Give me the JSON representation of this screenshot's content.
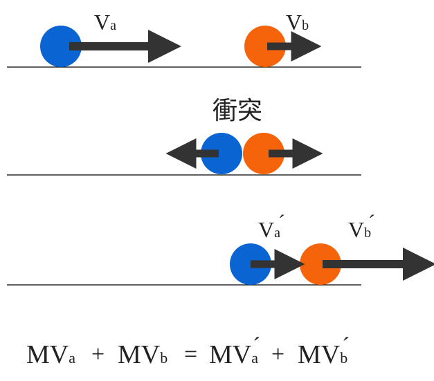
{
  "colors": {
    "ball_a": "#0A64D2",
    "ball_b": "#F5640A",
    "arrow": "#333333",
    "ground": "#000000"
  },
  "scenes": {
    "before": {
      "va_label": "V",
      "va_sub": "a",
      "vb_label": "V",
      "vb_sub": "b"
    },
    "collision": {
      "title": "衝突"
    },
    "after": {
      "va_label": "V",
      "va_sub": "a",
      "va_prime": "´",
      "vb_label": "V",
      "vb_sub": "b",
      "vb_prime": "´"
    }
  },
  "equation": {
    "t1_M": "M",
    "t1_V": "V",
    "t1_sub": "a",
    "plus1": "+",
    "t2_M": "M",
    "t2_V": "V",
    "t2_sub": "b",
    "equals": "=",
    "t3_M": "M",
    "t3_V": "V",
    "t3_sub": "a",
    "t3_prime": "´",
    "plus2": "+",
    "t4_M": "M",
    "t4_V": "V",
    "t4_sub": "b",
    "t4_prime": "´"
  },
  "icons": {
    "velocity_arrow": "arrow-right-icon",
    "ball": "circle"
  }
}
